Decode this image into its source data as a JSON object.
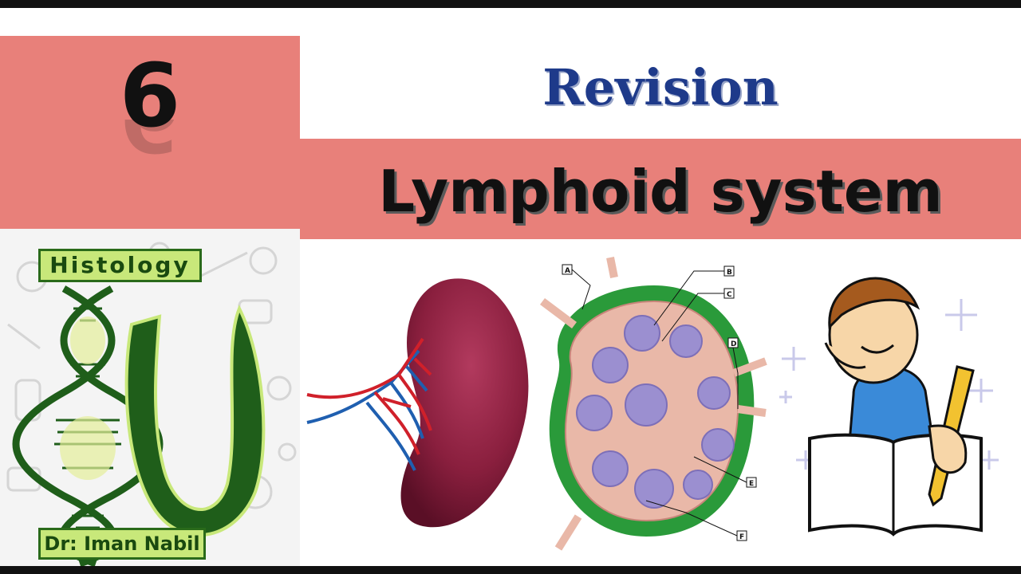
{
  "number": "6",
  "subtitle": "Revision",
  "title": "Lymphoid system",
  "logo": {
    "top_label": "Histology",
    "bottom_label": "Dr: Iman Nabil"
  },
  "diagram_labels": [
    "A",
    "B",
    "C",
    "D",
    "E",
    "F"
  ],
  "colors": {
    "accent_band": "#e8807a",
    "subtitle": "#1e3a8a",
    "logo_green": "#1f5e1a",
    "spleen": "#8a1f3e"
  }
}
